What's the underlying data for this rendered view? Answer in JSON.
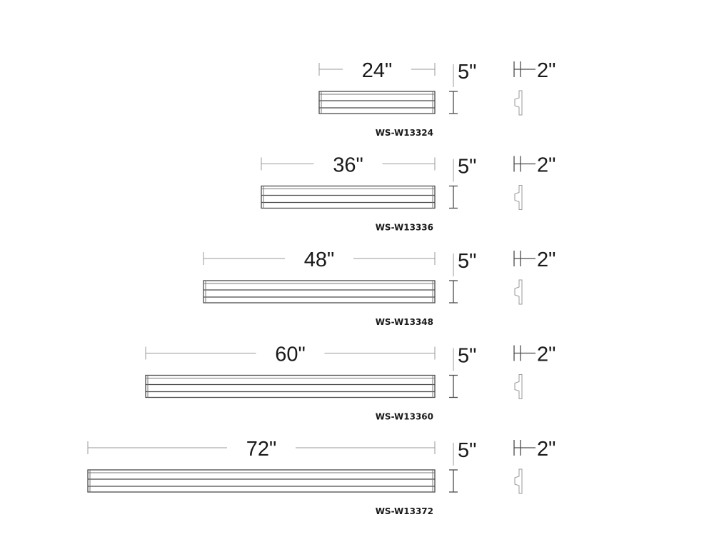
{
  "fixtures": [
    {
      "model": "WS-W13324",
      "length_label": "24\"",
      "length_in": 24,
      "height_label": "5\"",
      "depth_label": "2\""
    },
    {
      "model": "WS-W13336",
      "length_label": "36\"",
      "length_in": 36,
      "height_label": "5\"",
      "depth_label": "2\""
    },
    {
      "model": "WS-W13348",
      "length_label": "48\"",
      "length_in": 48,
      "height_label": "5\"",
      "depth_label": "2\""
    },
    {
      "model": "WS-W13360",
      "length_label": "60\"",
      "length_in": 60,
      "height_label": "5\"",
      "depth_label": "2\""
    },
    {
      "model": "WS-W13372",
      "length_label": "72\"",
      "length_in": 72,
      "height_label": "5\"",
      "depth_label": "2\""
    }
  ]
}
